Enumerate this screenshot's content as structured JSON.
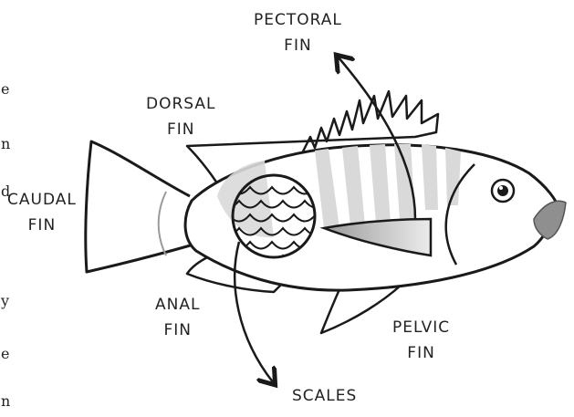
{
  "labels": {
    "pectoral": [
      "PECTORAL",
      "FIN"
    ],
    "dorsal": [
      "DORSAL",
      "FIN"
    ],
    "caudal": [
      "CAUDAL",
      "FIN"
    ],
    "anal": [
      "ANAL",
      "FIN"
    ],
    "pelvic": [
      "PELVIC",
      "FIN"
    ],
    "scales": "SCALES"
  },
  "edge_text": [
    "e",
    "n",
    "d",
    "y",
    "e",
    "n"
  ],
  "colors": {
    "outline": "#1a1a1a",
    "stripe": "#d9d9d9",
    "lip": "#8f8f8f",
    "fin_shade": "#c8c8c8"
  }
}
